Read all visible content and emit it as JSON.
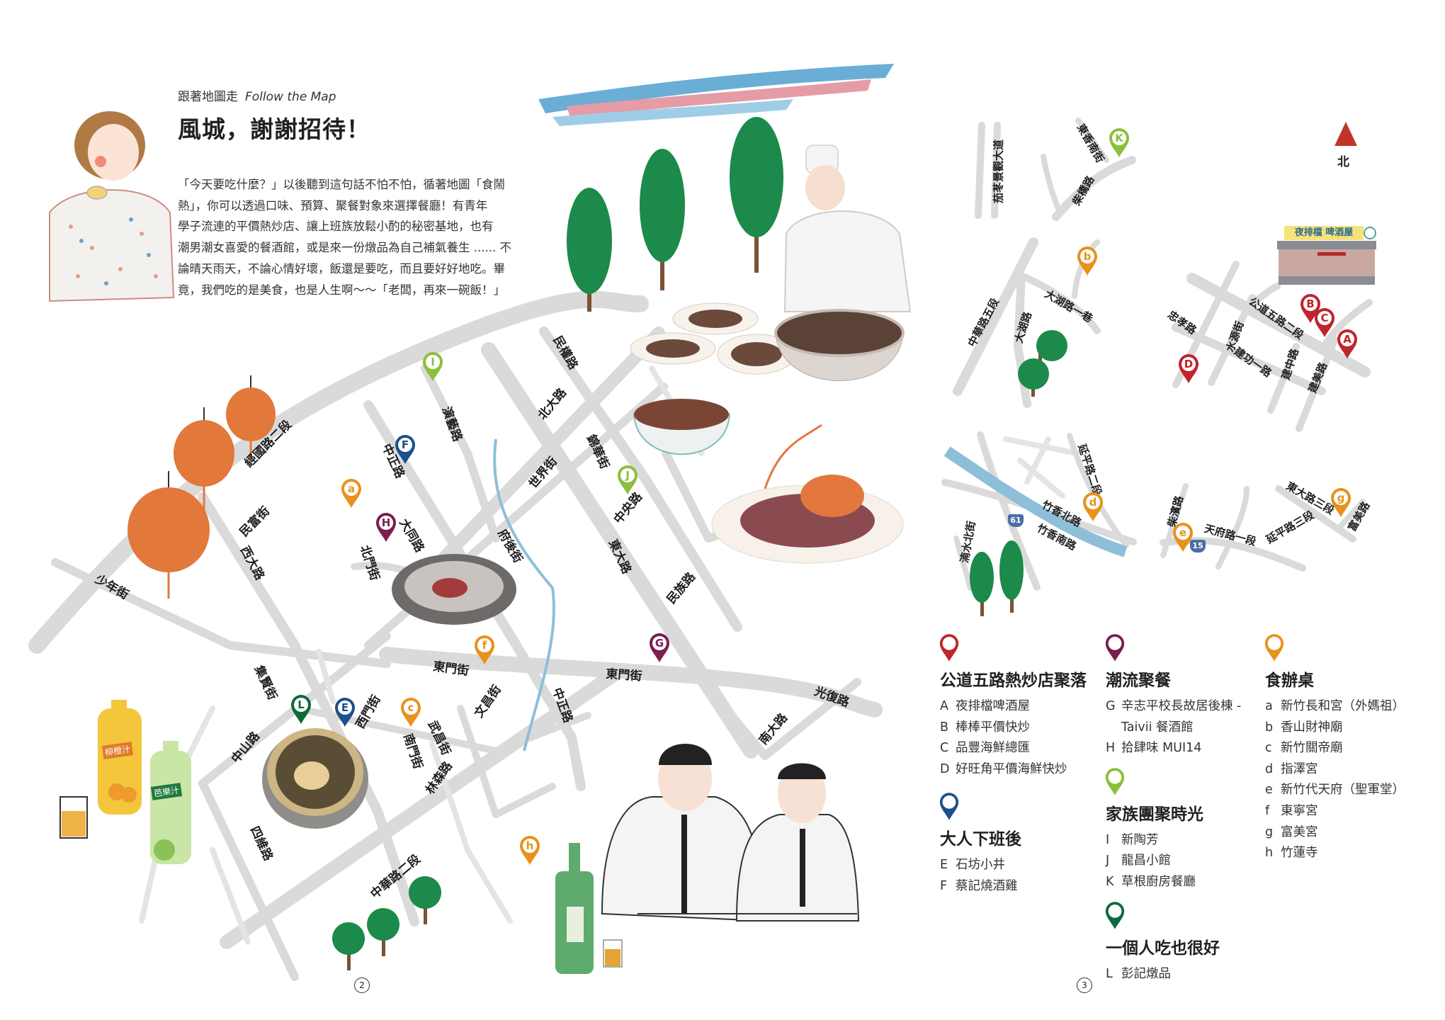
{
  "header": {
    "kicker_zh": "跟著地圖走",
    "kicker_en": "Follow the Map",
    "title": "風城，謝謝招待！",
    "paragraph_lines": [
      "「今天要吃什麼？」以後聽到這句話不怕不怕，循著地圖「食鬧",
      "熱」，你可以透過口味、預算、聚餐對象來選擇餐廳！有青年",
      "學子流連的平價熱炒店、讓上班族放鬆小酌的秘密基地，也有",
      "潮男潮女喜愛的餐酒館，或是來一份燉品為自己補氣養生 ...... 不",
      "論晴天雨天，不論心情好壞，飯還是要吃，而且要好好地吃。畢",
      "竟，我們吃的是美食，也是人生啊～～「老闆，再來一碗飯！」"
    ]
  },
  "compass": {
    "label": "北",
    "icon": "north-arrow-icon"
  },
  "page_numbers": [
    "2",
    "3"
  ],
  "map": {
    "streets_main": [
      "經國路二段",
      "民富街",
      "西大路",
      "少年街",
      "中正路",
      "演藝路",
      "大同路",
      "北門街",
      "民權路",
      "北大路",
      "世界街",
      "錦華街",
      "中央路",
      "府後街",
      "東大路",
      "民族路",
      "東門街",
      "東門街",
      "中正路",
      "文昌街",
      "光復路",
      "南大路",
      "集賢街",
      "西門街",
      "南門街",
      "武昌街",
      "林森路",
      "中山路",
      "四維路",
      "中華路二段"
    ],
    "streets_inset": [
      "茄苳景觀大道",
      "東香南街",
      "柴橋路",
      "中華路五段",
      "大湖路",
      "大湖路一巷",
      "忠孝路",
      "水源街",
      "公道五路二段",
      "建功一路",
      "建中路",
      "建美路",
      "延平路二段",
      "竹香北路",
      "竹香南路",
      "湳水北街",
      "柴濱路",
      "天府路一段",
      "延平路三段",
      "東大路三段",
      "富美路"
    ],
    "route_shields": [
      "61",
      "15"
    ],
    "signboard": "夜排檔 啤酒屋",
    "bottle_labels": [
      "柳橙汁",
      "芭樂汁"
    ],
    "pins": [
      {
        "letter": "I",
        "category": "family"
      },
      {
        "letter": "F",
        "category": "after_work"
      },
      {
        "letter": "a",
        "category": "banquet"
      },
      {
        "letter": "H",
        "category": "trendy"
      },
      {
        "letter": "J",
        "category": "family"
      },
      {
        "letter": "f",
        "category": "banquet"
      },
      {
        "letter": "G",
        "category": "trendy"
      },
      {
        "letter": "L",
        "category": "solo"
      },
      {
        "letter": "E",
        "category": "after_work"
      },
      {
        "letter": "c",
        "category": "banquet"
      },
      {
        "letter": "h",
        "category": "banquet"
      },
      {
        "letter": "K",
        "category": "family"
      },
      {
        "letter": "b",
        "category": "banquet"
      },
      {
        "letter": "B",
        "category": "stirfry"
      },
      {
        "letter": "C",
        "category": "stirfry"
      },
      {
        "letter": "A",
        "category": "stirfry"
      },
      {
        "letter": "D",
        "category": "stirfry"
      },
      {
        "letter": "d",
        "category": "banquet"
      },
      {
        "letter": "e",
        "category": "banquet"
      },
      {
        "letter": "g",
        "category": "banquet"
      }
    ]
  },
  "colors": {
    "stirfry": "#c0242c",
    "trendy": "#7a1f4f",
    "banquet": "#e8921b",
    "after_work": "#1c4f8e",
    "family": "#8cbf3a",
    "solo": "#0d6a3a",
    "road": "#dadada",
    "river": "#8ebfd9"
  },
  "legend": {
    "stirfry": {
      "title": "公道五路熱炒店聚落",
      "items": [
        {
          "code": "A",
          "name": "夜排檔啤酒屋"
        },
        {
          "code": "B",
          "name": "棒棒平價快炒"
        },
        {
          "code": "C",
          "name": "品豐海鮮總匯"
        },
        {
          "code": "D",
          "name": "好旺角平價海鮮快炒"
        }
      ]
    },
    "after_work": {
      "title": "大人下班後",
      "items": [
        {
          "code": "E",
          "name": "石坊小井"
        },
        {
          "code": "F",
          "name": "蔡記燒酒雞"
        }
      ]
    },
    "trendy": {
      "title": "潮流聚餐",
      "items": [
        {
          "code": "G",
          "name": "辛志平校長故居後棟 -",
          "name_cont": "Taivii 餐酒館"
        },
        {
          "code": "H",
          "name": "拾肆味 MUI14"
        }
      ]
    },
    "family": {
      "title": "家族團聚時光",
      "items": [
        {
          "code": "I",
          "name": "新陶芳"
        },
        {
          "code": "J",
          "name": "龍昌小館"
        },
        {
          "code": "K",
          "name": "草根廚房餐廳"
        }
      ]
    },
    "solo": {
      "title": "一個人吃也很好",
      "items": [
        {
          "code": "L",
          "name": "彭記燉品"
        }
      ]
    },
    "banquet": {
      "title": "食辦桌",
      "items": [
        {
          "code": "a",
          "name": "新竹長和宮（外媽祖）"
        },
        {
          "code": "b",
          "name": "香山財神廟"
        },
        {
          "code": "c",
          "name": "新竹關帝廟"
        },
        {
          "code": "d",
          "name": "指澤宮"
        },
        {
          "code": "e",
          "name": "新竹代天府（聖軍堂）"
        },
        {
          "code": "f",
          "name": "東寧宮"
        },
        {
          "code": "g",
          "name": "富美宮"
        },
        {
          "code": "h",
          "name": "竹蓮寺"
        }
      ]
    }
  }
}
